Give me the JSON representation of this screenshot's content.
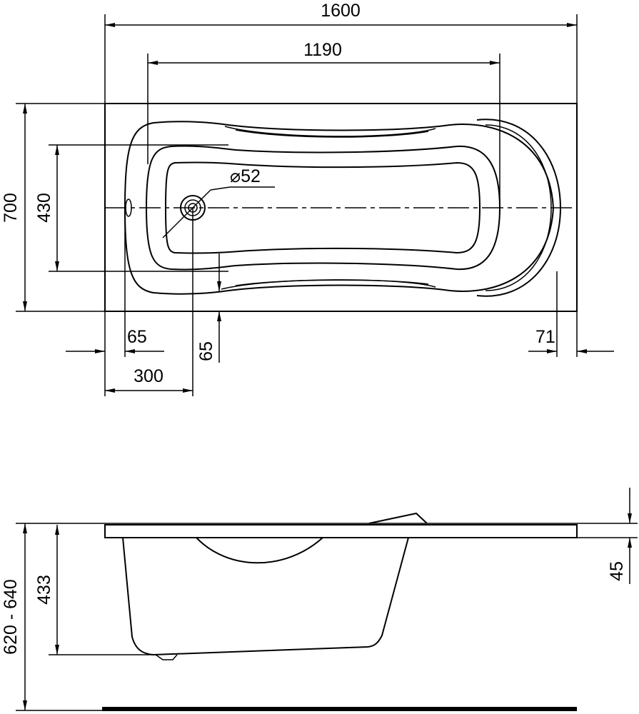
{
  "top_view": {
    "overall_length": "1600",
    "inner_length": "1190",
    "overall_width": "700",
    "inner_width": "430",
    "drain_diameter": "52",
    "left_rim_offset": "65",
    "side_rim_offset": "65",
    "drain_position": "300",
    "right_rim_offset": "71"
  },
  "side_view": {
    "total_height": "620 - 640",
    "bowl_depth": "433",
    "rim_thickness": "45"
  },
  "colors": {
    "line": "#000000",
    "background": "#ffffff"
  }
}
